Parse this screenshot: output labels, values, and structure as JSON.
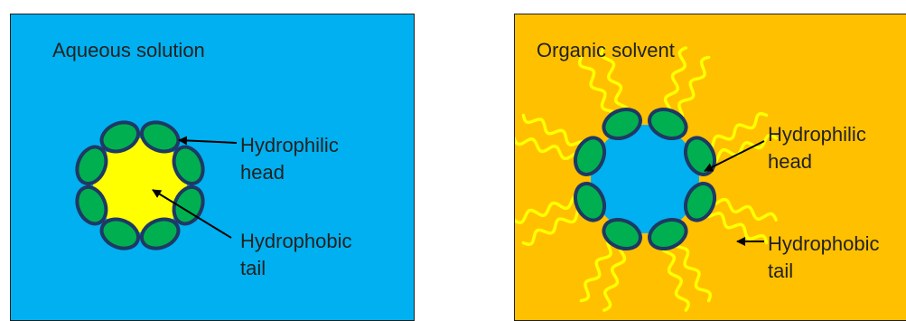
{
  "colors": {
    "aqueous_bg": "#00b0f0",
    "organic_bg": "#ffc000",
    "head_fill": "#00b050",
    "head_stroke": "#1f3864",
    "tail": "#ffff00",
    "arrow": "#000000"
  },
  "left_panel": {
    "title": "Aqueous solution",
    "head_label": [
      "Hydrophilic",
      "head"
    ],
    "tail_label": [
      "Hydrophobic",
      "tail"
    ]
  },
  "right_panel": {
    "title": "Organic solvent",
    "head_label": [
      "Hydrophilic",
      "head"
    ],
    "tail_label": [
      "Hydrophobic",
      "tail"
    ]
  }
}
